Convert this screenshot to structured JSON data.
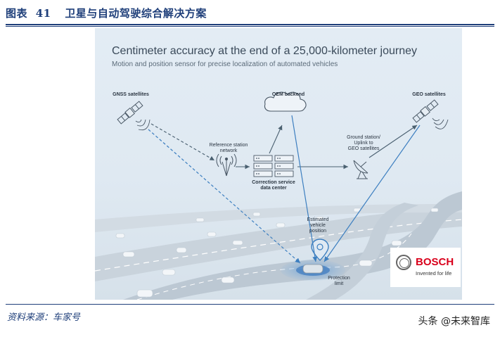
{
  "caption": {
    "label": "图表",
    "number": "41",
    "text": "卫星与自动驾驶综合解决方案"
  },
  "figure": {
    "title": "Centimeter accuracy at the end of a 25,000-kilometer journey",
    "subtitle": "Motion and position sensor for precise localization of automated vehicles",
    "labels": {
      "gnss": "GNSS satellites",
      "oem": "OEM backend",
      "geo": "GEO satellites",
      "reference_station": [
        "Reference station",
        "network"
      ],
      "ground_station": [
        "Ground station/",
        "Uplink to",
        "GEO satellites"
      ],
      "correction": [
        "Correction service",
        "data center"
      ],
      "estimated": [
        "Estimated",
        "vehicle",
        "position"
      ],
      "protection": [
        "Protection",
        "limit"
      ]
    },
    "brand": {
      "name": "BOSCH",
      "tagline": "Invented for life"
    }
  },
  "source": "资料来源：车家号",
  "watermark": "头条 @未来智库",
  "colors": {
    "caption": "#1f3f7a",
    "arrow": "#4a6070",
    "blue_arrow": "#3d7fc0",
    "brand_red": "#d9001b"
  }
}
